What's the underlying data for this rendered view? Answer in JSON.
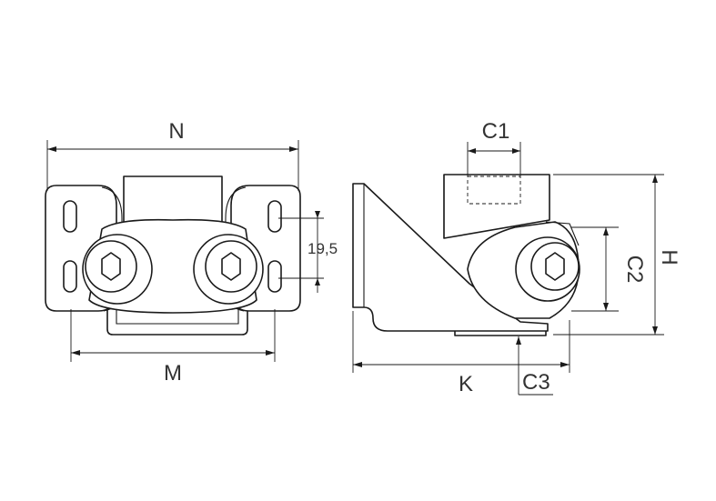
{
  "dimensions": {
    "N": "N",
    "M": "M",
    "slot_pitch": "19,5",
    "C1": "C1",
    "C2": "C2",
    "C3": "C3",
    "H": "H",
    "K": "K"
  },
  "colors": {
    "line": "#1a1a1a",
    "text": "#333333",
    "background": "#ffffff"
  }
}
